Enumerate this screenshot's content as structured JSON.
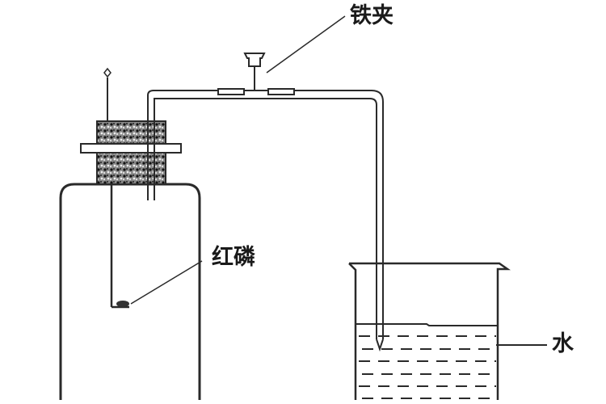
{
  "diagram": {
    "title": "",
    "labels": {
      "iron_clamp": "铁夹",
      "red_phosphorus": "红磷",
      "water": "水"
    },
    "components": [
      "bottle",
      "stopper",
      "combustion-spoon",
      "bent-glass-tube",
      "iron-clamp",
      "beaker",
      "water"
    ],
    "colors": {
      "stroke": "#2a2a2a",
      "background": "#ffffff",
      "stopper_fill": "#555555"
    }
  }
}
